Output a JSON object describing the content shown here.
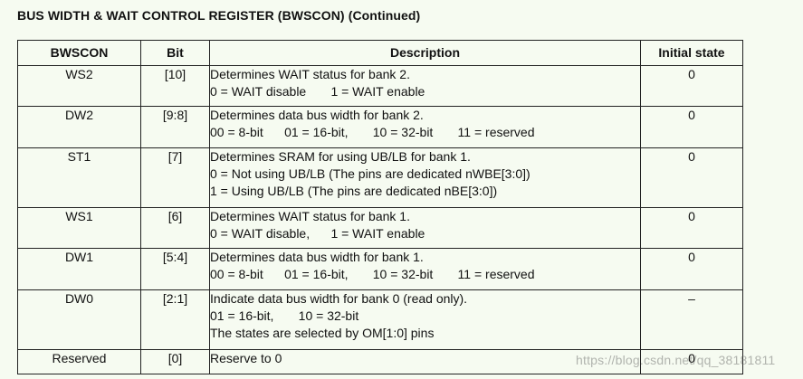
{
  "title": "BUS WIDTH & WAIT CONTROL REGISTER (BWSCON) (Continued)",
  "headers": {
    "name": "BWSCON",
    "bit": "Bit",
    "desc": "Description",
    "init": "Initial state"
  },
  "rows": [
    {
      "name": "WS2",
      "bit": "[10]",
      "desc": "Determines WAIT status for bank 2.\n0 = WAIT disable       1 = WAIT enable",
      "init": "0"
    },
    {
      "name": "DW2",
      "bit": "[9:8]",
      "desc": "Determines data bus width for bank 2.\n00 = 8-bit      01 = 16-bit,       10 = 32-bit       11 = reserved",
      "init": "0"
    },
    {
      "name": "ST1",
      "bit": "[7]",
      "desc": "Determines SRAM for using UB/LB for bank 1.\n0 = Not using UB/LB (The pins are dedicated nWBE[3:0])\n1 = Using UB/LB (The pins are dedicated nBE[3:0])",
      "init": "0"
    },
    {
      "name": "WS1",
      "bit": "[6]",
      "desc": "Determines WAIT status for bank 1.\n0 = WAIT disable,      1 = WAIT enable",
      "init": "0"
    },
    {
      "name": "DW1",
      "bit": "[5:4]",
      "desc": "Determines data bus width for bank 1.\n00 = 8-bit      01 = 16-bit,       10 = 32-bit       11 = reserved",
      "init": "0"
    },
    {
      "name": "DW0",
      "bit": "[2:1]",
      "desc": "Indicate data bus width for bank 0 (read only).\n01 = 16-bit,       10 = 32-bit\nThe states are selected by OM[1:0] pins",
      "init": "–"
    },
    {
      "name": "Reserved",
      "bit": "[0]",
      "desc": "Reserve to 0",
      "init": "0"
    }
  ],
  "watermark": "https://blog.csdn.net/qq_38181811"
}
